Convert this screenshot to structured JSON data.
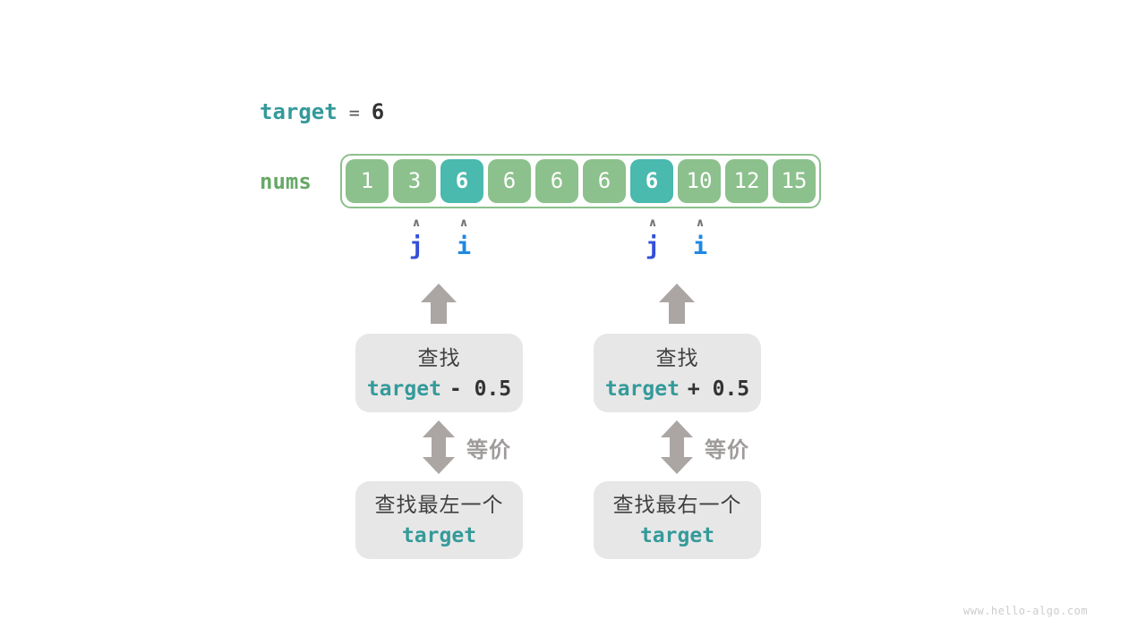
{
  "header": {
    "target_label": "target",
    "equals_sign": "=",
    "target_value": "6"
  },
  "array": {
    "label": "nums",
    "cells": [
      {
        "value": "1",
        "highlight": false
      },
      {
        "value": "3",
        "highlight": false
      },
      {
        "value": "6",
        "highlight": true
      },
      {
        "value": "6",
        "highlight": false
      },
      {
        "value": "6",
        "highlight": false
      },
      {
        "value": "6",
        "highlight": false
      },
      {
        "value": "6",
        "highlight": true
      },
      {
        "value": "10",
        "highlight": false
      },
      {
        "value": "12",
        "highlight": false
      },
      {
        "value": "15",
        "highlight": false
      }
    ]
  },
  "pointers": {
    "caret_glyph": "∧",
    "left_group": {
      "j": "j",
      "i": "i",
      "j_cell_index": 1,
      "i_cell_index": 2
    },
    "right_group": {
      "j": "j",
      "i": "i",
      "j_cell_index": 6,
      "i_cell_index": 7
    }
  },
  "flow_left": {
    "search_box": {
      "line1": "查找",
      "target": "target",
      "offset": "- 0.5"
    },
    "equivalence_label": "等价",
    "result_box": {
      "line1": "查找最左一个",
      "target": "target"
    }
  },
  "flow_right": {
    "search_box": {
      "line1": "查找",
      "target": "target",
      "offset": "+ 0.5"
    },
    "equivalence_label": "等价",
    "result_box": {
      "line1": "查找最右一个",
      "target": "target"
    }
  },
  "watermark": "www.hello-algo.com",
  "colors": {
    "cell_green": "#8cc08c",
    "cell_highlight_teal": "#4ab9ae",
    "array_border_green": "#8cc08c",
    "nums_label_green": "#67a867",
    "target_text_teal": "#359a9a",
    "dark_text": "#333333",
    "cjk_text": "#3f3f3f",
    "pointer_j_blue": "#3450d8",
    "pointer_i_blue": "#1e88e5",
    "arrow_gray": "#aba6a4",
    "panel_gray": "#e8e7e7",
    "equivalence_gray": "#a09b9b",
    "caret_gray": "#757575",
    "watermark_gray": "#cccccc"
  }
}
